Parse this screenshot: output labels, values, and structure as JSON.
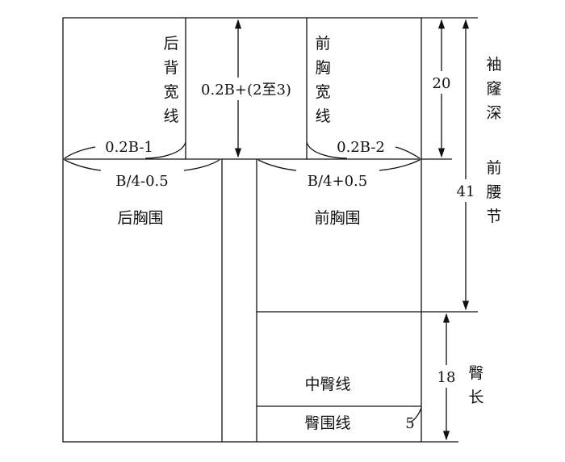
{
  "labels": {
    "back_width_line": "后背宽线",
    "front_chest_width_line": "前胸宽线",
    "center_dim": "0.2B+(2至3)",
    "back_curve_dim": "0.2B-1",
    "front_curve_dim": "0.2B-2",
    "back_chest_dim": "B/4-0.5",
    "front_chest_dim": "B/4+0.5",
    "back_chest": "后胸围",
    "front_chest": "前胸围",
    "mid_hip_line": "中臀线",
    "hip_line": "臀围线",
    "armhole_depth_value": "20",
    "armhole_depth_label": "袖窿深",
    "front_waist_value": "41",
    "front_waist_label": "前腰节",
    "hip_length_value": "18",
    "hip_length_label": "臀长",
    "small_dim": "5"
  }
}
